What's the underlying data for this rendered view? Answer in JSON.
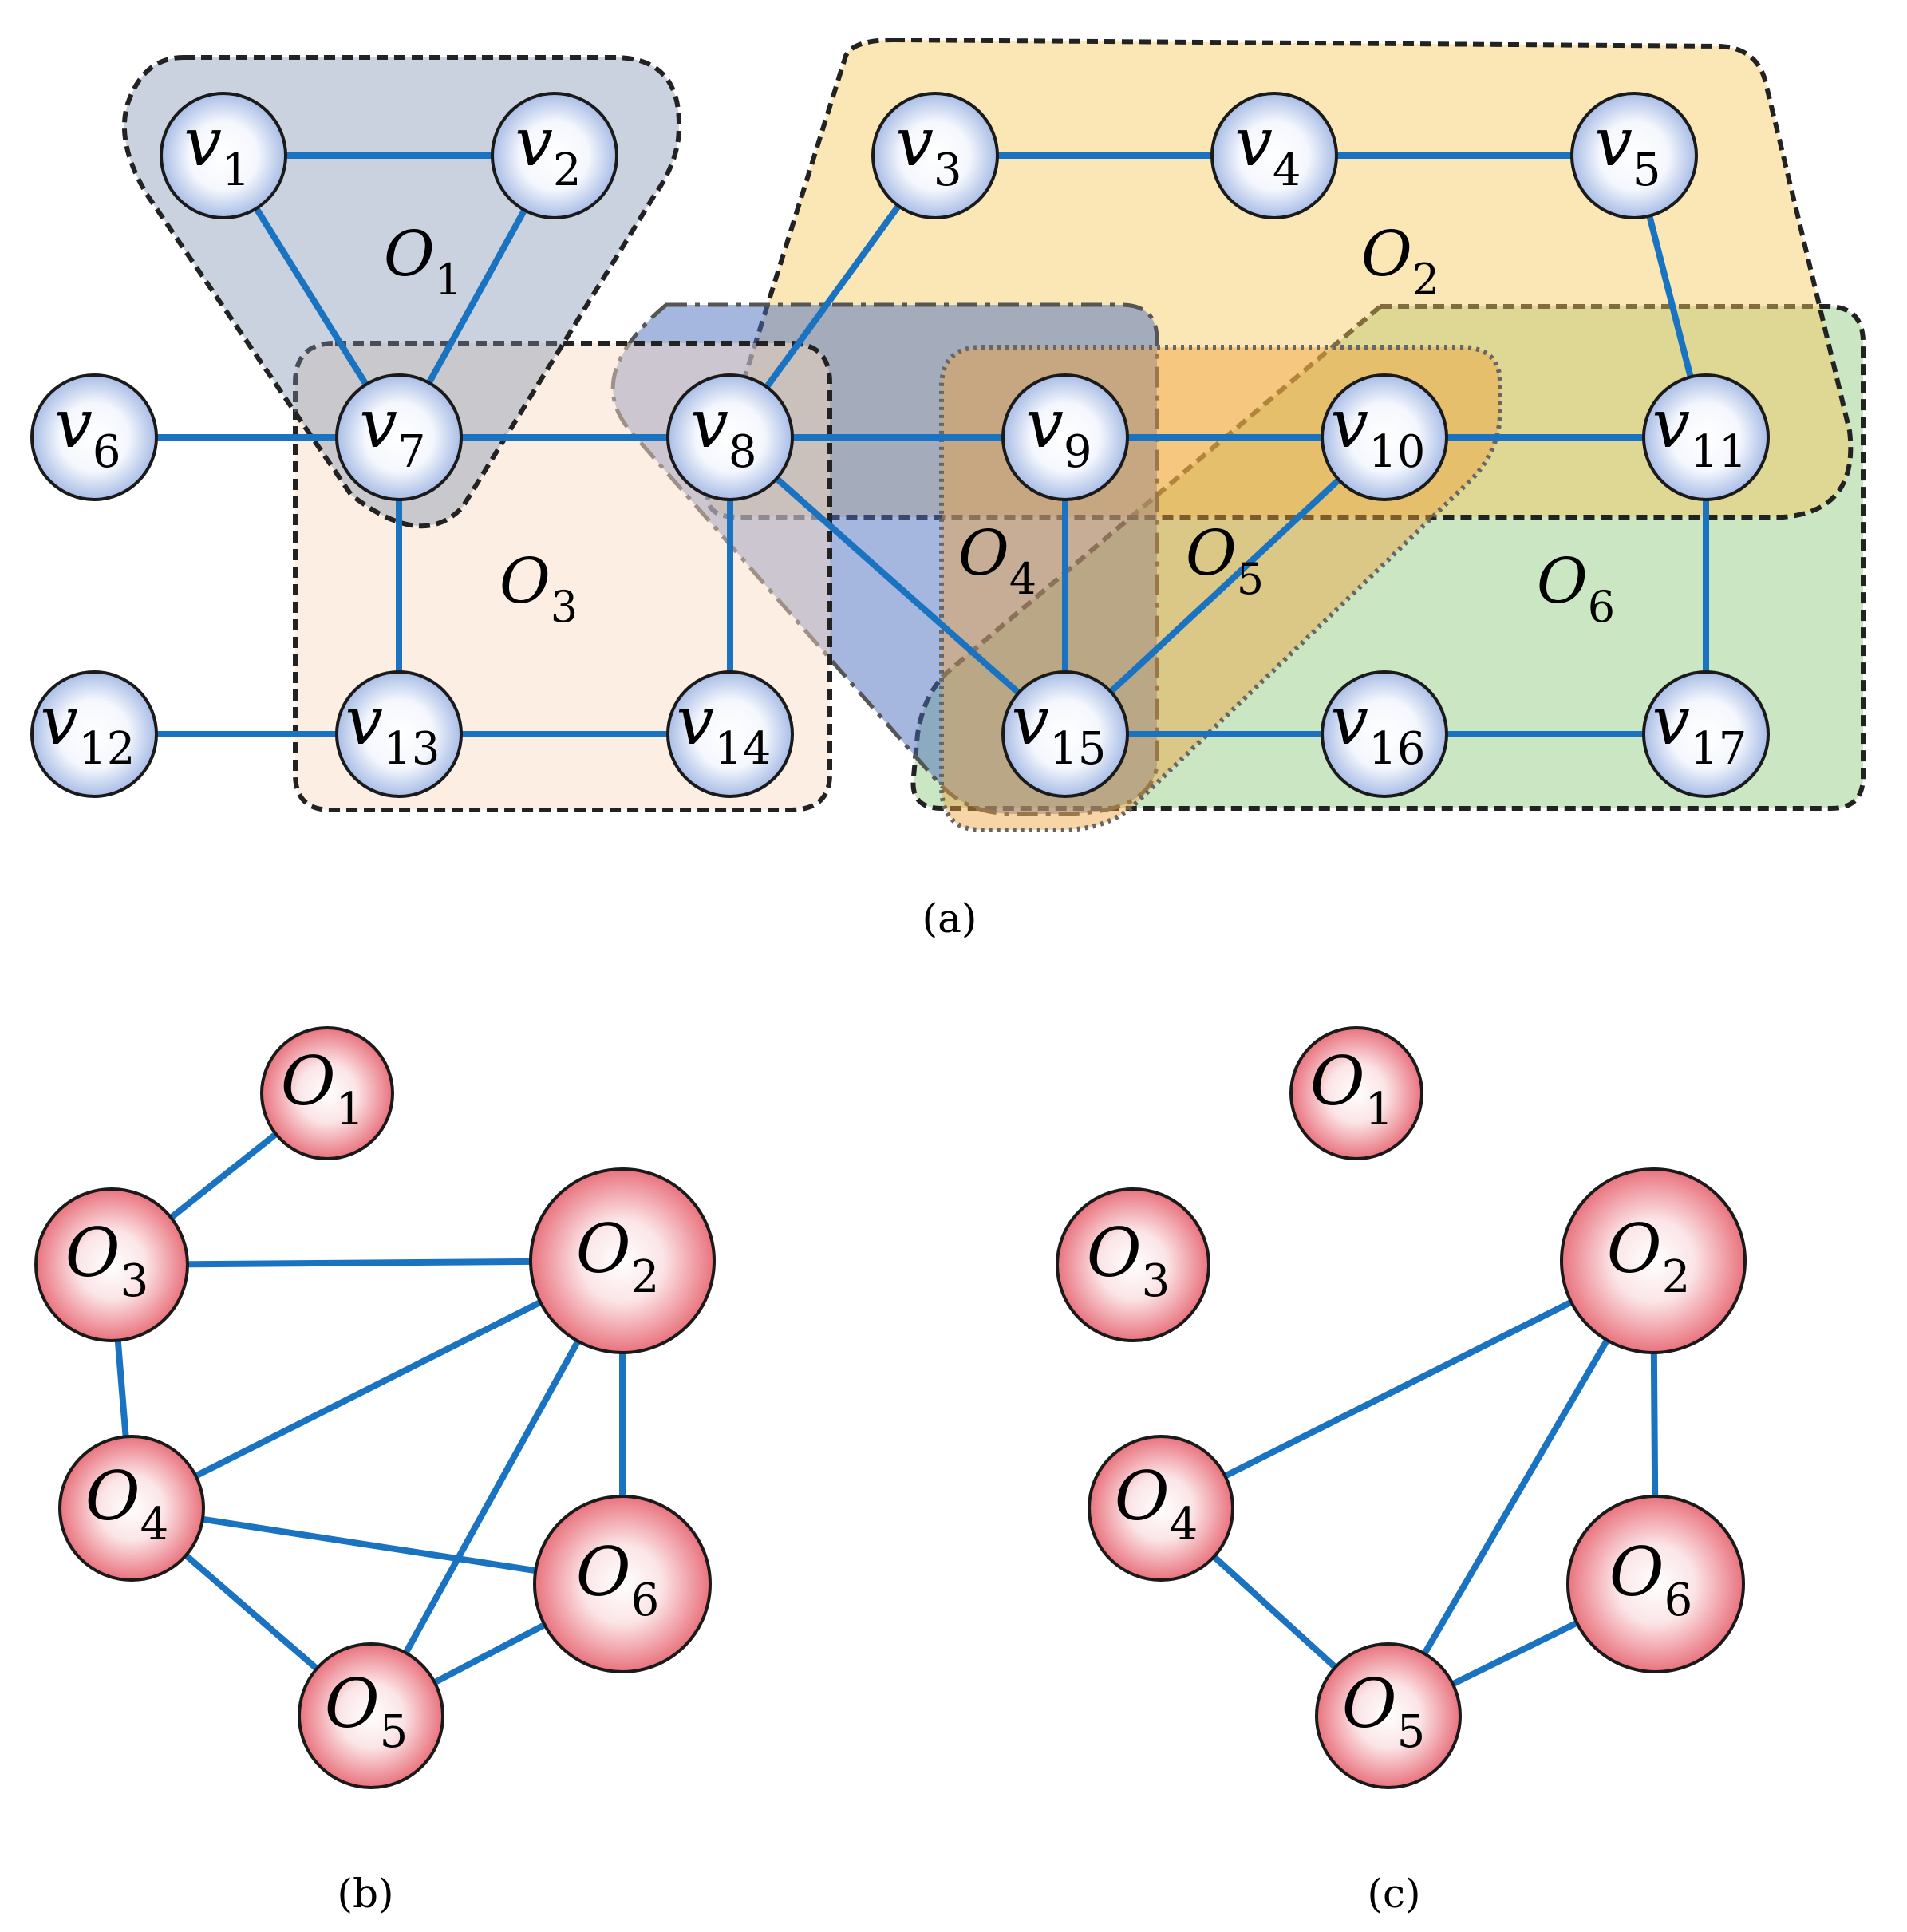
{
  "colors": {
    "edge": "#1a73c1",
    "vertex_fill_center": "#ffffff",
    "vertex_fill_edge": "#a9bde6",
    "overlap_fill_center": "#ffffff",
    "overlap_fill_edge": "#e9737e",
    "O1": "#7e8faf",
    "O2": "#f6c75a",
    "O3": "#f8d9bf",
    "O4": "#4e6fbf",
    "O5": "#f0a23c",
    "O6": "#8cc77a"
  },
  "panel_a": {
    "caption": "(a)",
    "vertices": [
      {
        "id": "v1",
        "main": "v",
        "sub": "1"
      },
      {
        "id": "v2",
        "main": "v",
        "sub": "2"
      },
      {
        "id": "v3",
        "main": "v",
        "sub": "3"
      },
      {
        "id": "v4",
        "main": "v",
        "sub": "4"
      },
      {
        "id": "v5",
        "main": "v",
        "sub": "5"
      },
      {
        "id": "v6",
        "main": "v",
        "sub": "6"
      },
      {
        "id": "v7",
        "main": "v",
        "sub": "7"
      },
      {
        "id": "v8",
        "main": "v",
        "sub": "8"
      },
      {
        "id": "v9",
        "main": "v",
        "sub": "9"
      },
      {
        "id": "v10",
        "main": "v",
        "sub": "10"
      },
      {
        "id": "v11",
        "main": "v",
        "sub": "11"
      },
      {
        "id": "v12",
        "main": "v",
        "sub": "12"
      },
      {
        "id": "v13",
        "main": "v",
        "sub": "13"
      },
      {
        "id": "v14",
        "main": "v",
        "sub": "14"
      },
      {
        "id": "v15",
        "main": "v",
        "sub": "15"
      },
      {
        "id": "v16",
        "main": "v",
        "sub": "16"
      },
      {
        "id": "v17",
        "main": "v",
        "sub": "17"
      }
    ],
    "edges": [
      [
        "v1",
        "v2"
      ],
      [
        "v1",
        "v7"
      ],
      [
        "v2",
        "v7"
      ],
      [
        "v3",
        "v4"
      ],
      [
        "v4",
        "v5"
      ],
      [
        "v3",
        "v8"
      ],
      [
        "v5",
        "v11"
      ],
      [
        "v6",
        "v7"
      ],
      [
        "v7",
        "v8"
      ],
      [
        "v8",
        "v9"
      ],
      [
        "v9",
        "v10"
      ],
      [
        "v10",
        "v11"
      ],
      [
        "v7",
        "v13"
      ],
      [
        "v8",
        "v14"
      ],
      [
        "v8",
        "v15"
      ],
      [
        "v9",
        "v15"
      ],
      [
        "v10",
        "v15"
      ],
      [
        "v11",
        "v17"
      ],
      [
        "v12",
        "v13"
      ],
      [
        "v13",
        "v14"
      ],
      [
        "v15",
        "v16"
      ],
      [
        "v16",
        "v17"
      ]
    ],
    "communities": [
      {
        "id": "O1",
        "main": "O",
        "sub": "1"
      },
      {
        "id": "O2",
        "main": "O",
        "sub": "2"
      },
      {
        "id": "O3",
        "main": "O",
        "sub": "3"
      },
      {
        "id": "O4",
        "main": "O",
        "sub": "4"
      },
      {
        "id": "O5",
        "main": "O",
        "sub": "5"
      },
      {
        "id": "O6",
        "main": "O",
        "sub": "6"
      }
    ]
  },
  "panel_b": {
    "caption": "(b)",
    "nodes": [
      {
        "id": "O1",
        "main": "O",
        "sub": "1"
      },
      {
        "id": "O2",
        "main": "O",
        "sub": "2"
      },
      {
        "id": "O3",
        "main": "O",
        "sub": "3"
      },
      {
        "id": "O4",
        "main": "O",
        "sub": "4"
      },
      {
        "id": "O5",
        "main": "O",
        "sub": "5"
      },
      {
        "id": "O6",
        "main": "O",
        "sub": "6"
      }
    ],
    "edges": [
      [
        "O1",
        "O3"
      ],
      [
        "O3",
        "O2"
      ],
      [
        "O3",
        "O4"
      ],
      [
        "O4",
        "O2"
      ],
      [
        "O4",
        "O6"
      ],
      [
        "O4",
        "O5"
      ],
      [
        "O2",
        "O5"
      ],
      [
        "O2",
        "O6"
      ],
      [
        "O5",
        "O6"
      ]
    ]
  },
  "panel_c": {
    "caption": "(c)",
    "nodes": [
      {
        "id": "O1",
        "main": "O",
        "sub": "1"
      },
      {
        "id": "O2",
        "main": "O",
        "sub": "2"
      },
      {
        "id": "O3",
        "main": "O",
        "sub": "3"
      },
      {
        "id": "O4",
        "main": "O",
        "sub": "4"
      },
      {
        "id": "O5",
        "main": "O",
        "sub": "5"
      },
      {
        "id": "O6",
        "main": "O",
        "sub": "6"
      }
    ],
    "edges": [
      [
        "O4",
        "O2"
      ],
      [
        "O4",
        "O5"
      ],
      [
        "O2",
        "O5"
      ],
      [
        "O2",
        "O6"
      ],
      [
        "O5",
        "O6"
      ]
    ]
  }
}
